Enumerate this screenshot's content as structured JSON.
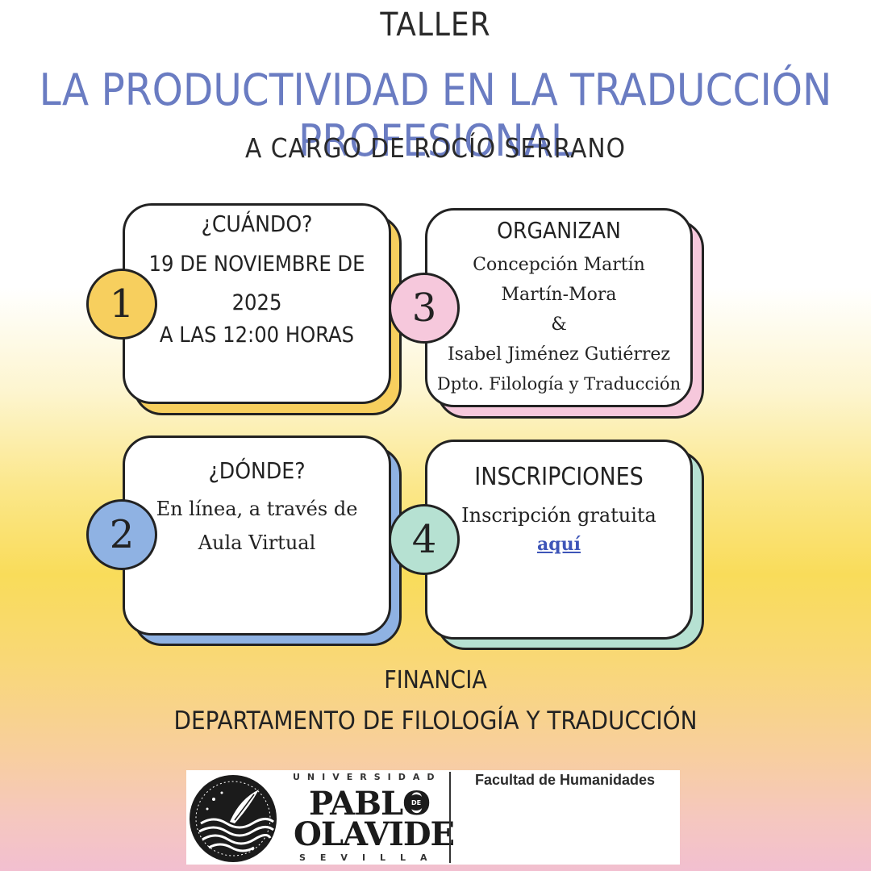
{
  "header": {
    "pretitle": "TALLER",
    "title": "LA PRODUCTIVIDAD EN LA TRADUCCIÓN PROFESIONAL",
    "subtitle": "A CARGO DE ROCÍO SERRANO"
  },
  "cards": [
    {
      "number": "1",
      "heading": "¿CUÁNDO?",
      "lines": [
        "19 DE NOVIEMBRE DE 2025",
        "A LAS 12:00 HORAS"
      ],
      "accent": "#f7cf5e"
    },
    {
      "number": "2",
      "heading": "¿DÓNDE?",
      "lines": [
        "En línea, a través de",
        "Aula Virtual"
      ],
      "accent": "#8fb2e3"
    },
    {
      "number": "3",
      "heading": "ORGANIZAN",
      "lines": [
        "Concepción Martín",
        "Martín-Mora",
        "&",
        "Isabel Jiménez Gutiérrez",
        "Dpto. Filología y Traducción"
      ],
      "accent": "#f6c8dc"
    },
    {
      "number": "4",
      "heading": "INSCRIPCIONES",
      "lines": [
        "Inscripción gratuita"
      ],
      "link": "aquí",
      "accent": "#b6e1d2"
    }
  ],
  "footer": {
    "label": "FINANCIA",
    "department": "DEPARTAMENTO DE FILOLOGÍA Y TRADUCCIÓN"
  },
  "logo": {
    "top_text": "UNIVERSIDAD",
    "name_line1": "PABLO",
    "name_de": "DE",
    "name_line2": "OLAVIDE",
    "city": "SEVILLA",
    "faculty": "Facultad de Humanidades"
  },
  "colors": {
    "title": "#6a7cc2",
    "link": "#3e55b8",
    "outline": "#222222"
  }
}
